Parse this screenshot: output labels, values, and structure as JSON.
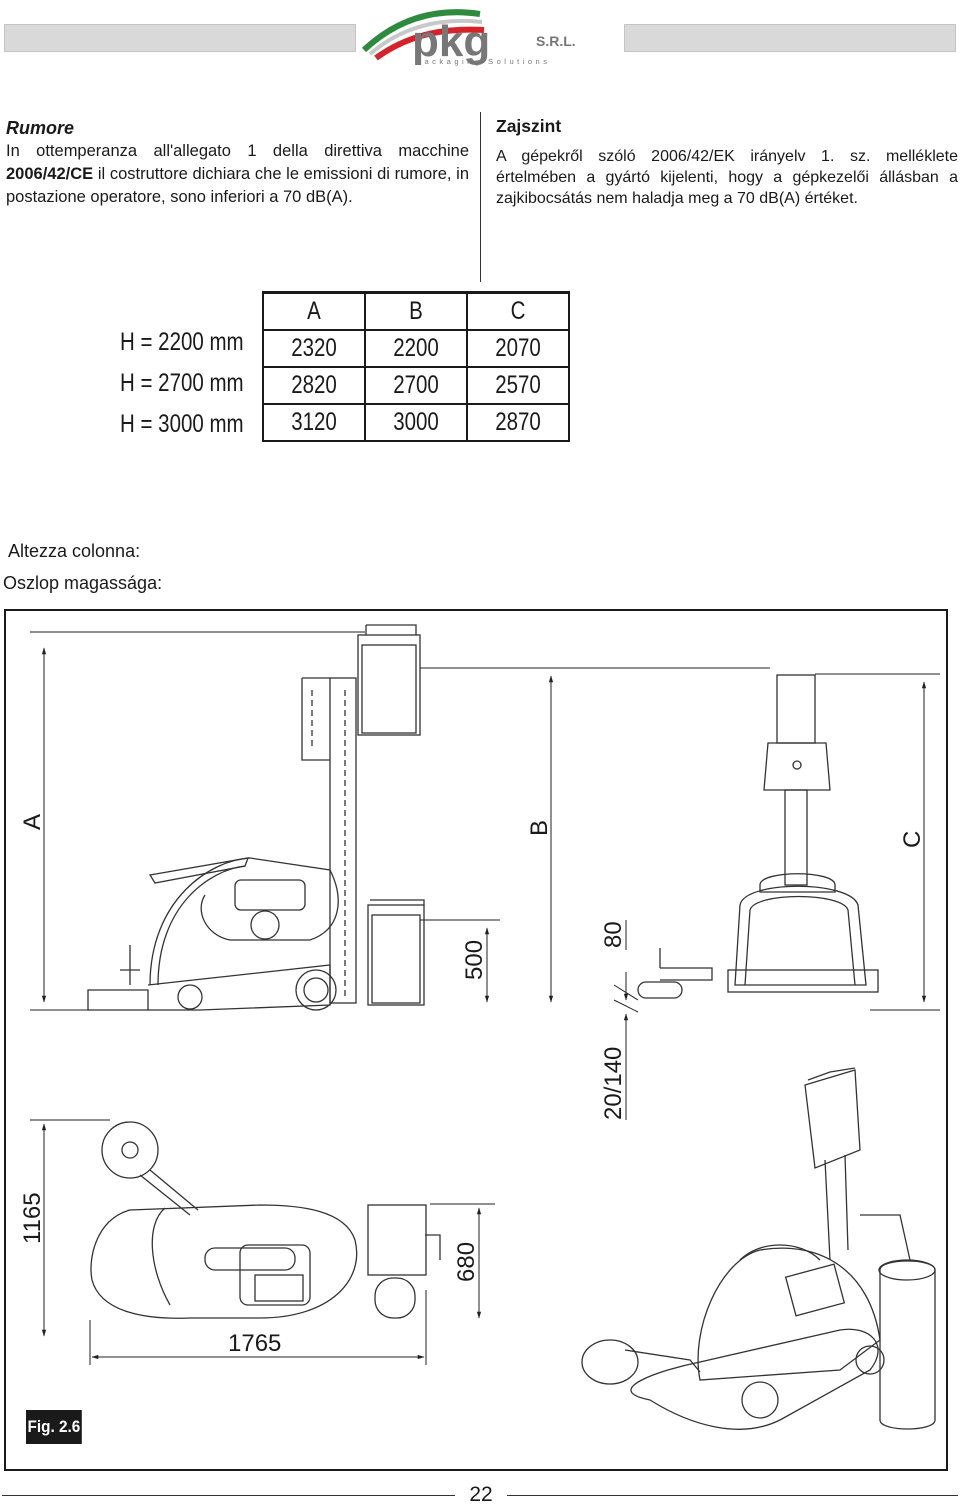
{
  "header": {
    "logo_text": "pkg",
    "logo_suffix": "S.R.L.",
    "logo_tagline": "Packaging Solutions"
  },
  "italian": {
    "title": "Rumore",
    "body_pre": "In ottemperanza all'allegato 1 della direttiva macchine ",
    "body_bold": "2006/42/CE",
    "body_post": " il costruttore dichiara che le emissioni di rumore, in postazione operatore, sono inferiori a 70 dB(A)."
  },
  "hungarian": {
    "title": "Zajszint",
    "body": "A gépekről szóló 2006/42/EK irányelv 1. sz. melléklete értelmében a gyártó kijelenti, hogy a gépkezelői állásban a zajkibocsátás nem haladja meg a 70 dB(A) értéket."
  },
  "dimension_table": {
    "columns": [
      "A",
      "B",
      "C"
    ],
    "rows": [
      {
        "label": "H = 2200 mm",
        "values": [
          "2320",
          "2200",
          "2070"
        ]
      },
      {
        "label": "H = 2700 mm",
        "values": [
          "2820",
          "2700",
          "2570"
        ]
      },
      {
        "label": "H = 3000 mm",
        "values": [
          "3120",
          "3000",
          "2870"
        ]
      }
    ]
  },
  "column_height": {
    "label_it": "Altezza colonna:",
    "label_hu": "Oszlop magassága:"
  },
  "drawing": {
    "dim_A": "A",
    "dim_B": "B",
    "dim_C": "C",
    "dim_500": "500",
    "dim_80": "80",
    "dim_20_140": "20/140",
    "dim_1165": "1165",
    "dim_680": "680",
    "dim_1765": "1765"
  },
  "figure_label": "Fig. 2.6",
  "page_number": "22"
}
